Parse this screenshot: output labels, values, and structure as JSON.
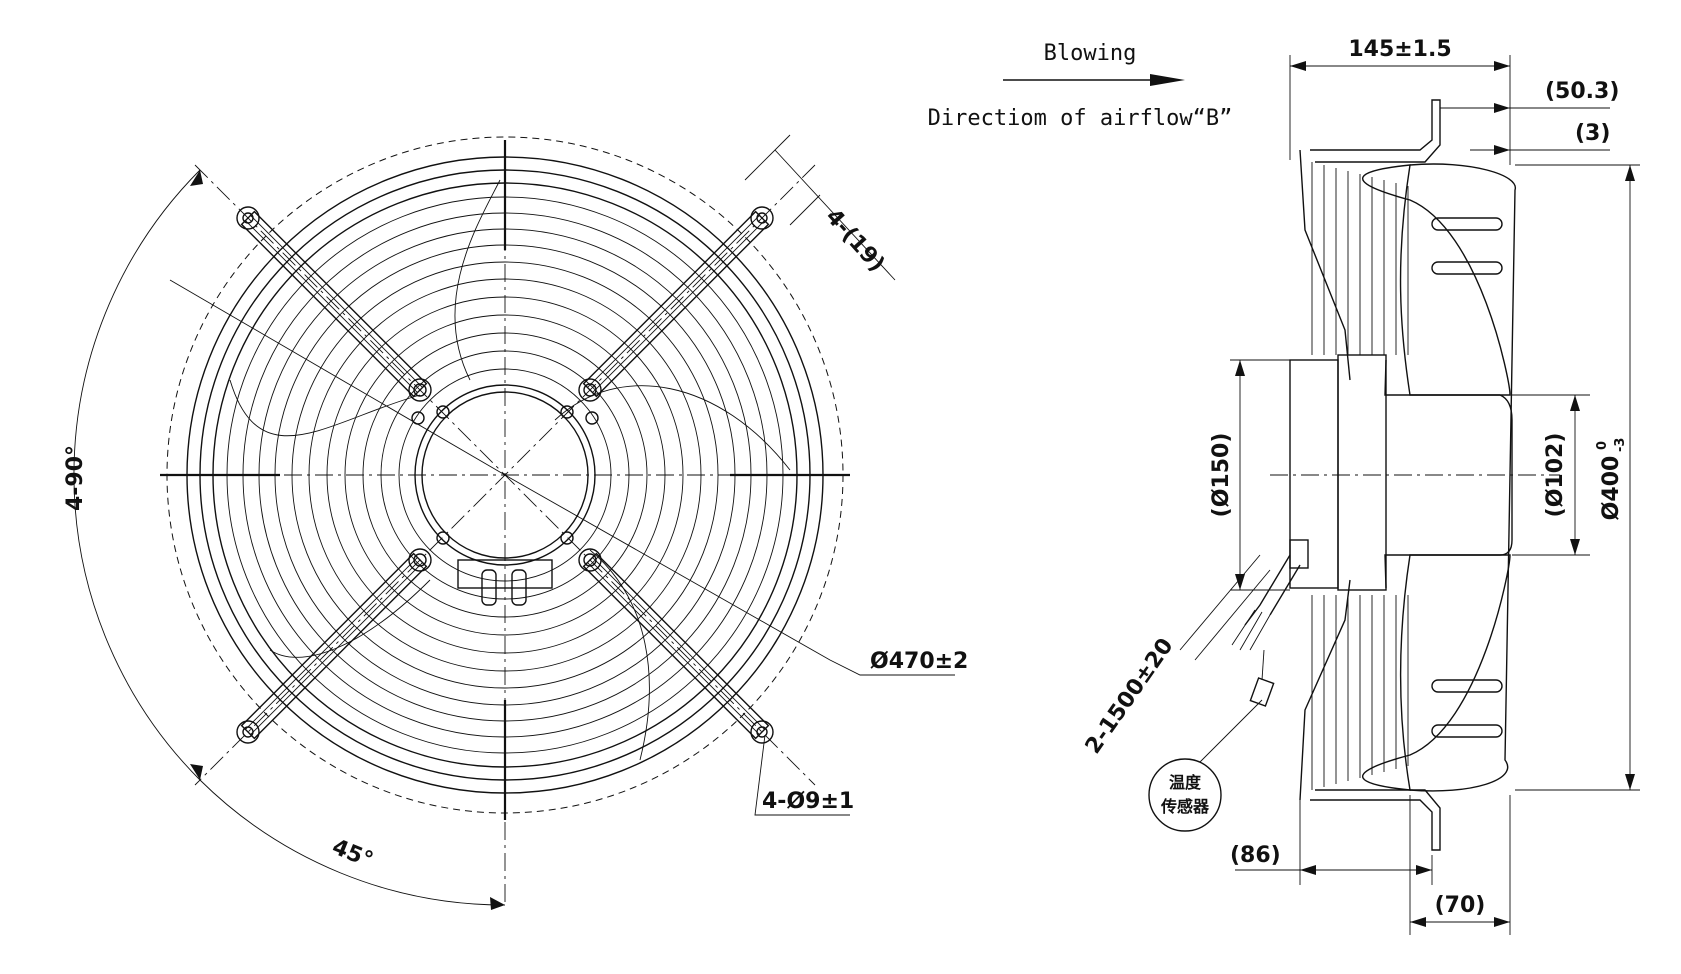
{
  "legend": {
    "blowing": "Blowing",
    "direction": "Directiom of airflow“B”"
  },
  "front_view": {
    "angle_total": "4-90°",
    "angle_single": "45°",
    "diameter_outer": "Ø470±2",
    "mount_holes": "4-Ø9±1",
    "slot_width": "4-(19)"
  },
  "side_view": {
    "depth": "145±1.5",
    "flange_offset": "(50.3)",
    "blade_gap": "(3)",
    "motor_diameter": "(Ø150)",
    "hub_diameter": "(Ø102)",
    "fan_diameter_main": "Ø400",
    "fan_tol_upper": "0",
    "fan_tol_lower": "-3",
    "cable": "2-1500±20",
    "sensor_line1": "温度",
    "sensor_line2": "传感器",
    "guard_depth": "(86)",
    "blade_depth": "(70)"
  },
  "colors": {
    "ink": "#111111",
    "paper": "#ffffff"
  }
}
